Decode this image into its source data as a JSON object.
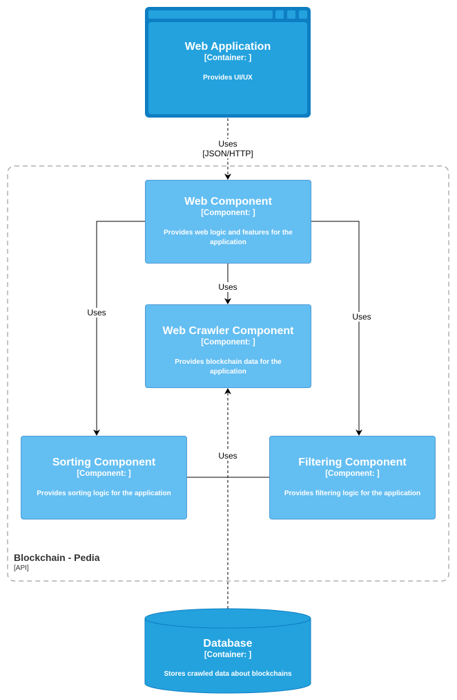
{
  "web_app": {
    "title": "Web Application",
    "type": "[Container: ]",
    "description": "Provides UI/UX"
  },
  "boundary": {
    "name": "Blockchain - Pedia",
    "type": "[API]"
  },
  "web_component": {
    "title": "Web Component",
    "type": "[Component: ]",
    "description": "Provides web logic and features for the application"
  },
  "crawler_component": {
    "title": "Web Crawler Component",
    "type": "[Component: ]",
    "description": "Provides blockchain data for the application"
  },
  "sorting_component": {
    "title": "Sorting Component",
    "type": "[Component: ]",
    "description": "Provides sorting logic for the application"
  },
  "filtering_component": {
    "title": "Filtering Component",
    "type": "[Component: ]",
    "description": "Provides filtering logic for the application"
  },
  "database": {
    "title": "Database",
    "type": "[Container: ]",
    "description": "Stores crawled data about blockchains"
  },
  "edges": {
    "webapp_to_web": {
      "label": "Uses",
      "tech": "[JSON/HTTP]"
    },
    "web_to_crawler": {
      "label": "Uses"
    },
    "web_to_sorting": {
      "label": "Uses"
    },
    "web_to_filtering": {
      "label": "Uses"
    },
    "db_to_crawler": {
      "label": "Uses"
    }
  },
  "colors": {
    "container_fill": "#23a2de",
    "container_stroke": "#0e7ec2",
    "component_fill": "#63bef2",
    "component_stroke": "#4d9bd6",
    "boundary_stroke": "#888888"
  }
}
